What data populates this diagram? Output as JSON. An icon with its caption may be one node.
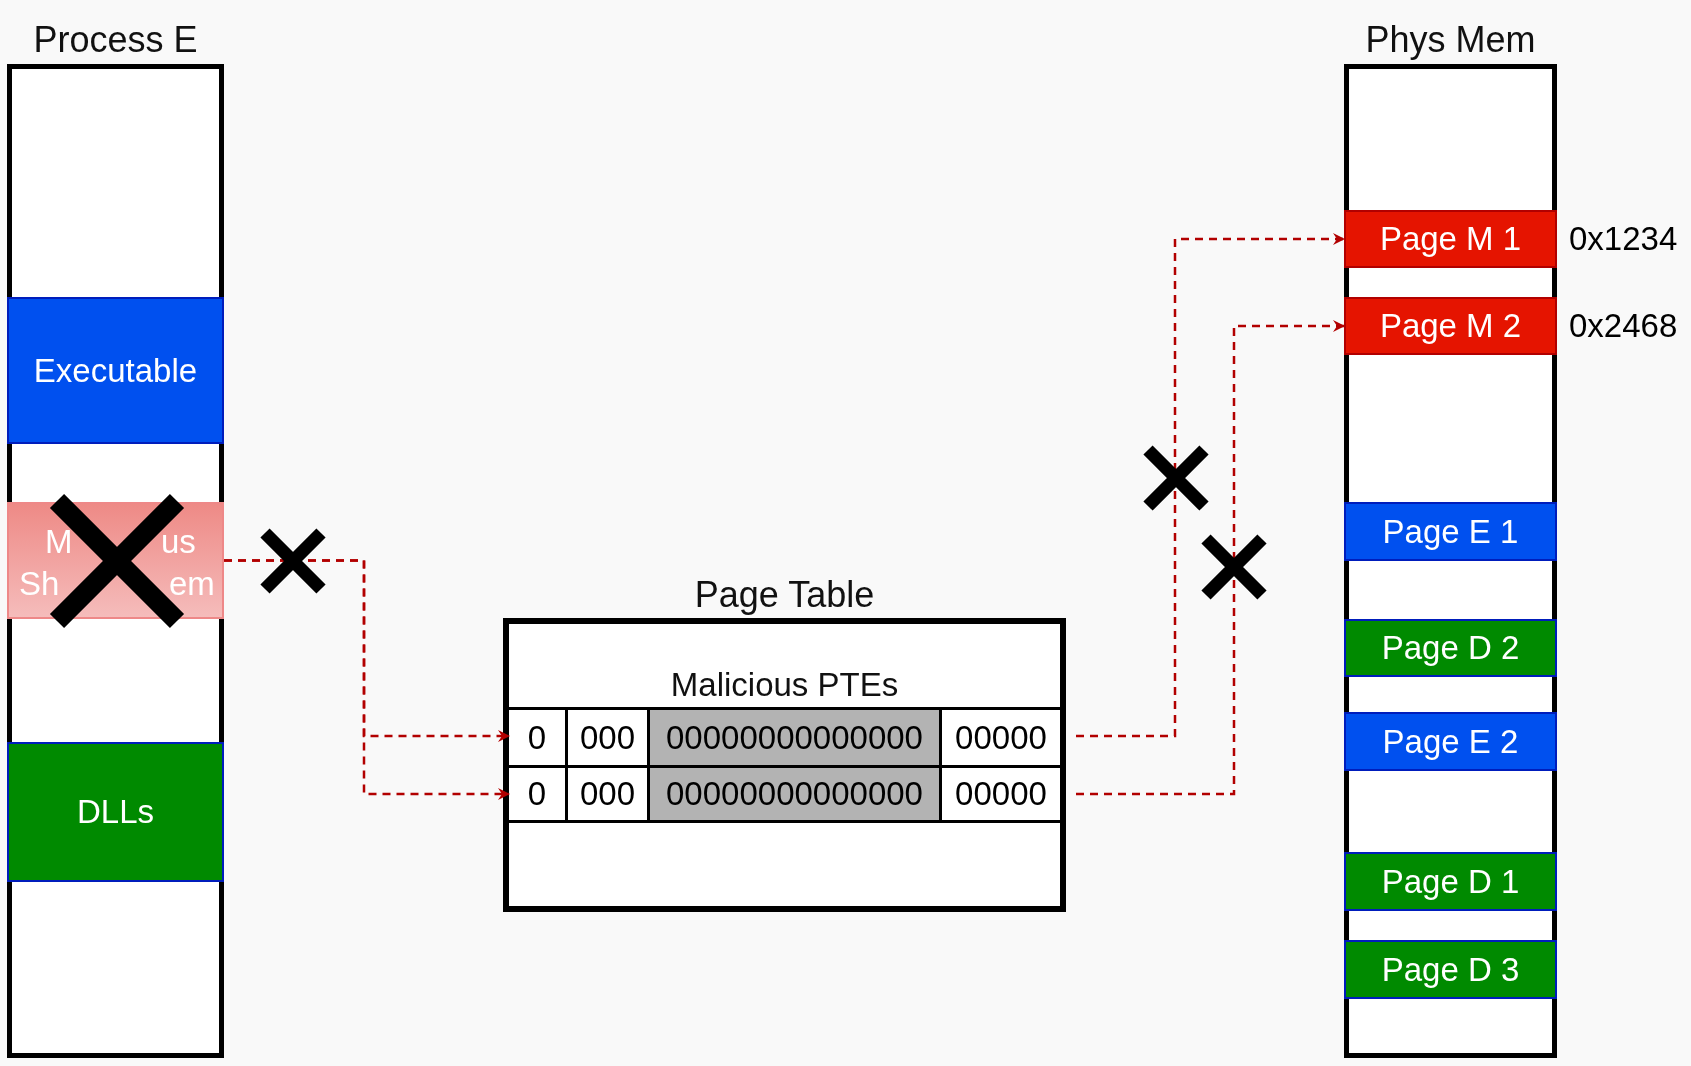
{
  "diagram": {
    "nodes": [
      {
        "text": [
          "Process E"
        ]
      },
      {
        "text": [
          "Executable"
        ],
        "in": 0
      },
      {
        "text": [
          "M",
          "us",
          "Sh",
          "em"
        ],
        "in": 0
      },
      {
        "text": [
          "DLLs"
        ],
        "in": 0
      },
      {
        "text": [
          "Page Table"
        ]
      },
      {
        "text": [
          "Malicious PTEs"
        ],
        "in": 4
      },
      {
        "text": [
          "0",
          "000",
          "00000000000000",
          "00000"
        ],
        "in": 4
      },
      {
        "text": [
          "0",
          "000",
          "00000000000000",
          "00000"
        ],
        "in": 4
      },
      {
        "text": [
          "Phys Mem"
        ]
      },
      {
        "text": [
          "Page M 1"
        ],
        "in": 8,
        "beside": [
          "0x1234"
        ]
      },
      {
        "text": [
          "Page M 2"
        ],
        "in": 8,
        "beside": [
          "0x2468"
        ]
      },
      {
        "text": [
          "Page E 1"
        ],
        "in": 8
      },
      {
        "text": [
          "Page D 2"
        ],
        "in": 8
      },
      {
        "text": [
          "Page E 2"
        ],
        "in": 8
      },
      {
        "text": [
          "Page D 1"
        ],
        "in": 8
      },
      {
        "text": [
          "Page D 3"
        ],
        "in": 8
      }
    ],
    "edges": [
      {
        "from": 2,
        "to": 6,
        "arrow": "to",
        "style": "dashed"
      },
      {
        "from": 2,
        "to": 7,
        "arrow": "to",
        "style": "dashed"
      },
      {
        "from": 6,
        "to": 9,
        "arrow": "to",
        "style": "dashed"
      },
      {
        "from": 7,
        "to": 10,
        "arrow": "to",
        "style": "dashed"
      }
    ]
  }
}
